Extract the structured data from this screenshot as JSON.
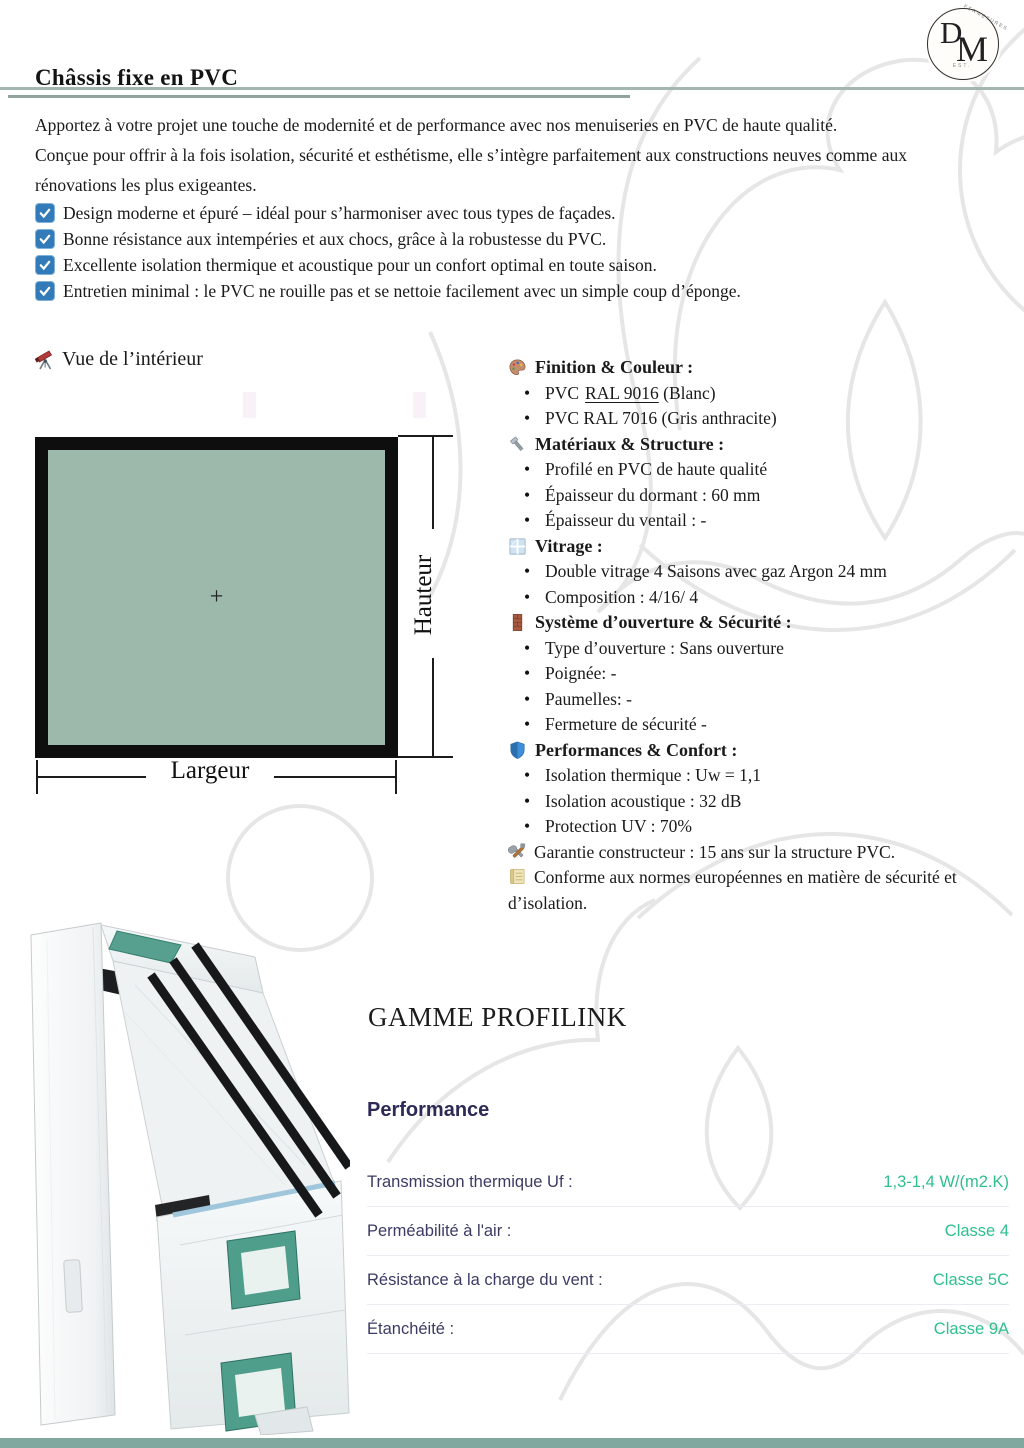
{
  "header": {
    "title": "Châssis fixe en PVC",
    "logo": {
      "top_letter": "D",
      "bottom_letter": "M",
      "arc_text": "FERMETURES",
      "est_text": "EST."
    }
  },
  "intro": {
    "p1": "Apportez à votre projet une touche de modernité et de performance avec nos menuiseries en PVC de haute qualité.",
    "p2": "Conçue pour offrir à la fois isolation, sécurité et esthétisme, elle s’intègre parfaitement aux constructions neuves comme aux rénovations les plus exigeantes."
  },
  "checklist": [
    "Design moderne et épuré – idéal pour s’harmoniser avec tous types de façades.",
    "Bonne résistance aux intempéries et aux chocs, grâce à la robustesse du PVC.",
    "Excellente isolation thermique et acoustique pour un confort optimal en toute saison.",
    "Entretien minimal : le PVC ne rouille pas et se nettoie facilement avec un simple coup d’éponge."
  ],
  "diagram": {
    "heading": "Vue de l’intérieur",
    "height_label": "Hauteur",
    "width_label": "Largeur",
    "center_mark": "+",
    "glass_color": "#9cb9ac"
  },
  "specs": {
    "finition": {
      "heading": "Finition & Couleur :",
      "item1_prefix": "PVC",
      "item1_underlined": "RAL 9016",
      "item1_suffix": " (Blanc)",
      "item2": "PVC RAL 7016 (Gris anthracite)"
    },
    "materiaux": {
      "heading": "Matériaux & Structure :",
      "items": [
        "Profilé en PVC de haute qualité",
        "Épaisseur du dormant : 60 mm",
        "Épaisseur du ventail : -"
      ]
    },
    "vitrage": {
      "heading": "Vitrage :",
      "items": [
        "Double vitrage 4 Saisons avec gaz Argon 24 mm",
        "Composition : 4/16/ 4"
      ]
    },
    "ouverture": {
      "heading": "Système d’ouverture & Sécurité :",
      "items": [
        "Type d’ouverture : Sans ouverture",
        "Poignée: -",
        "Paumelles: -",
        "Fermeture de sécurité -"
      ]
    },
    "performances": {
      "heading": "Performances & Confort :",
      "items": [
        "Isolation thermique : Uw = 1,1",
        "Isolation acoustique : 32 dB",
        "Protection UV : 70%"
      ]
    },
    "garantie": "Garantie constructeur : 15 ans sur la structure PVC.",
    "conforme": "Conforme aux normes européennes en matière de sécurité et d’isolation."
  },
  "gamme": {
    "title": "GAMME PROFILINK",
    "section_title": "Performance",
    "rows": [
      {
        "label": "Transmission thermique Uf :",
        "value": "1,3-1,4 W/(m2.K)"
      },
      {
        "label": "Perméabilité à l'air :",
        "value": "Classe 4"
      },
      {
        "label": "Résistance à la charge du vent :",
        "value": "Classe 5C"
      },
      {
        "label": "Étanchéité :",
        "value": "Classe 9A"
      }
    ]
  },
  "colors": {
    "accent_teal": "#a3b7b0",
    "value_green": "#2fbf8f",
    "label_navy": "#3c3a64",
    "glass_green": "#9cb9ac",
    "check_blue": "#337ab9"
  }
}
